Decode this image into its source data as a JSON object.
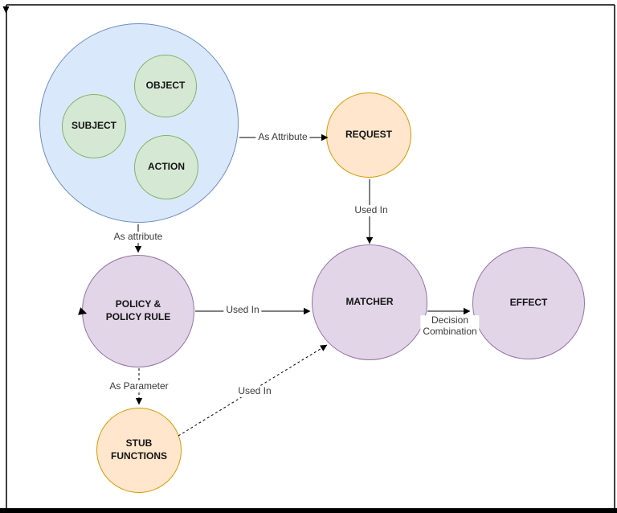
{
  "nodes": {
    "object": {
      "label": "OBJECT"
    },
    "subject": {
      "label": "SUBJECT"
    },
    "action": {
      "label": "ACTION"
    },
    "request": {
      "label": "REQUEST"
    },
    "policy": {
      "label": "POLICY &\nPOLICY RULE"
    },
    "matcher": {
      "label": "MATCHER"
    },
    "effect": {
      "label": "EFFECT"
    },
    "stub": {
      "label": "STUB\nFUNCTIONS"
    }
  },
  "edges": {
    "as_attribute_request": {
      "label": "As Attribute"
    },
    "used_in_request_matcher": {
      "label": "Used In"
    },
    "as_attribute_policy": {
      "label": "As attribute"
    },
    "used_in_policy_matcher": {
      "label": "Used In"
    },
    "decision_combination": {
      "label": "Decision\nCombination"
    },
    "as_parameter": {
      "label": "As Parameter"
    },
    "used_in_stub_matcher": {
      "label": "Used In"
    }
  },
  "colors": {
    "group_fill": "#dae8fc",
    "group_stroke": "#6c8ebf",
    "entity_fill": "#d5e8d4",
    "entity_stroke": "#82b366",
    "io_fill": "#ffe6cc",
    "io_stroke": "#d79b00",
    "process_fill": "#e1d5e7",
    "process_stroke": "#9673a6",
    "edge_stroke": "#000000",
    "border": "#000000"
  }
}
